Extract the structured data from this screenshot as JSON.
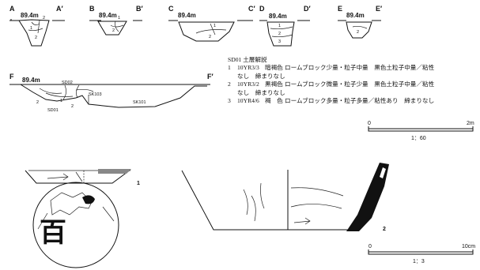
{
  "sections": [
    {
      "left": "A",
      "right": "A′",
      "elev": "89.4m",
      "layers": [
        "2",
        "1",
        "2"
      ]
    },
    {
      "left": "B",
      "right": "B′",
      "elev": "89.4m",
      "layers": [
        "1",
        "2"
      ]
    },
    {
      "left": "C",
      "right": "C′",
      "elev": "89.4m",
      "layers": [
        "1",
        "2"
      ]
    },
    {
      "left": "D",
      "right": "D′",
      "elev": "89.4m",
      "layers": [
        "1",
        "2",
        "3"
      ]
    },
    {
      "left": "E",
      "right": "E′",
      "elev": "89.4m",
      "layers": [
        "2"
      ]
    }
  ],
  "profile": {
    "left": "F",
    "right": "F′",
    "elev": "89.4m",
    "features": [
      "SD02",
      "SK103",
      "SK101",
      "SD01"
    ],
    "layers": [
      "2",
      "1",
      "2"
    ]
  },
  "legend": {
    "title": "SD01 土層解説",
    "rows": [
      {
        "no": "1",
        "code": "10YR3/3",
        "color": "暗褐色",
        "desc": "ロームブロック少量・粒子中量　黒色土粒子中量／粘性",
        "cont": "なし　締まりなし"
      },
      {
        "no": "2",
        "code": "10YR3/2",
        "color": "黒褐色",
        "desc": "ロームブロック微量・粒子少量　黒色土粒子中量／粘性",
        "cont": "なし　締まりなし"
      },
      {
        "no": "3",
        "code": "10YR4/6",
        "color": "褐　色",
        "desc": "ロームブロック多量・粒子多量／粘性あり　締まりなし",
        "cont": ""
      }
    ]
  },
  "scale_top": {
    "min": "0",
    "max": "2m",
    "ratio": "1：60"
  },
  "scale_bottom": {
    "min": "0",
    "max": "10cm",
    "ratio": "1：3"
  },
  "artifacts": [
    {
      "no": "1",
      "glyph": "百"
    },
    {
      "no": "2"
    }
  ]
}
